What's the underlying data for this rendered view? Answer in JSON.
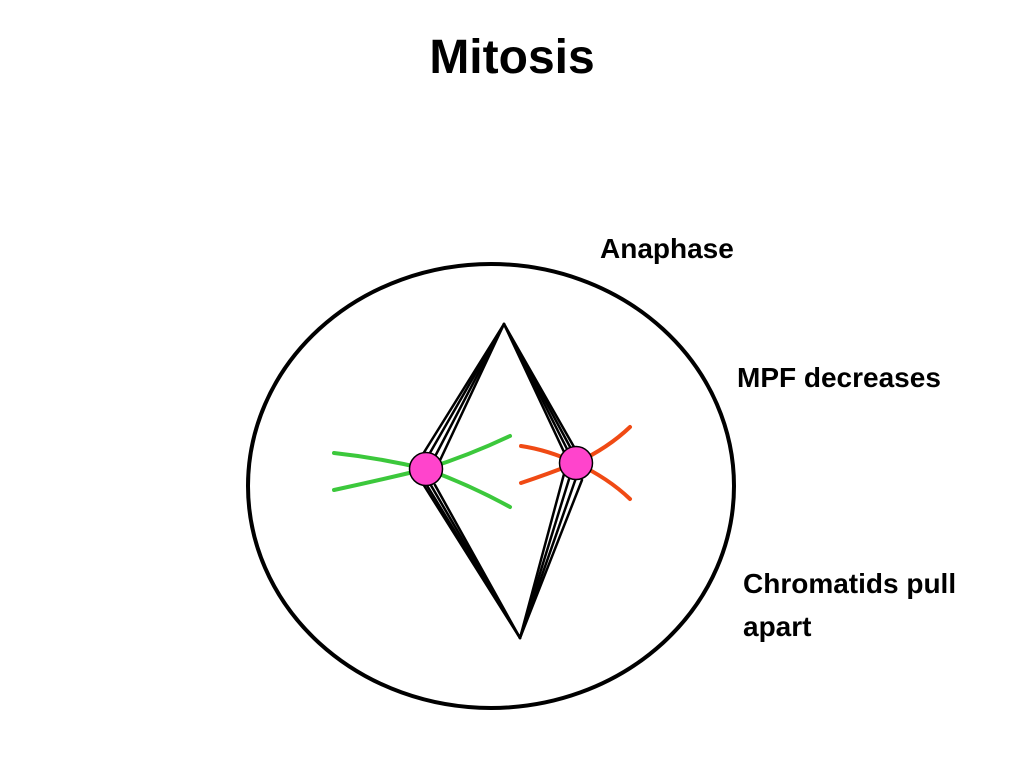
{
  "title": "Mitosis",
  "labels": {
    "phase": "Anaphase",
    "mpf": "MPF decreases",
    "chromatids_line1": "Chromatids pull",
    "chromatids_line2": "apart"
  },
  "colors": {
    "cell_outline": "#000000",
    "spindle": "#000000",
    "chromosome_left": "#3cc83c",
    "chromosome_right": "#f04a14",
    "centromere": "#ff44cc"
  }
}
